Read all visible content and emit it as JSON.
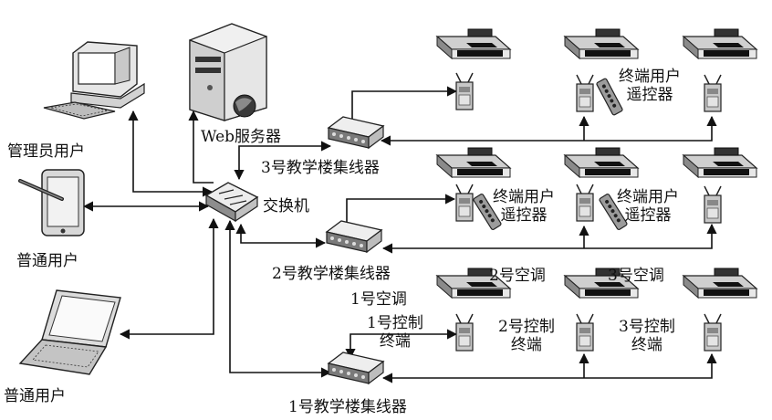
{
  "labels": {
    "admin_user": "管理员用户",
    "normal_user_tablet": "普通用户",
    "normal_user_laptop": "普通用户",
    "web_server": "Web服务器",
    "switch": "交换机",
    "hub_building_3": "3号教学楼集线器",
    "hub_building_2": "2号教学楼集线器",
    "hub_building_1": "1号教学楼集线器",
    "terminal_user_remote": "终端用户\n遥控器",
    "ac_1": "1号空调",
    "ac_2": "2号空调",
    "ac_3": "3号空调",
    "control_terminal_1": "1号控制\n终端",
    "control_terminal_2": "2号控制\n终端",
    "control_terminal_3": "3号控制\n终端"
  },
  "icons": {
    "ac_unit": "ceiling-cassette-ac-icon",
    "control_terminal": "control-terminal-box-icon",
    "remote": "remote-control-icon",
    "hub": "network-hub-icon",
    "switch": "network-switch-icon",
    "server": "web-server-tower-icon",
    "desktop": "desktop-computer-icon",
    "tablet": "tablet-icon",
    "laptop": "laptop-icon"
  }
}
